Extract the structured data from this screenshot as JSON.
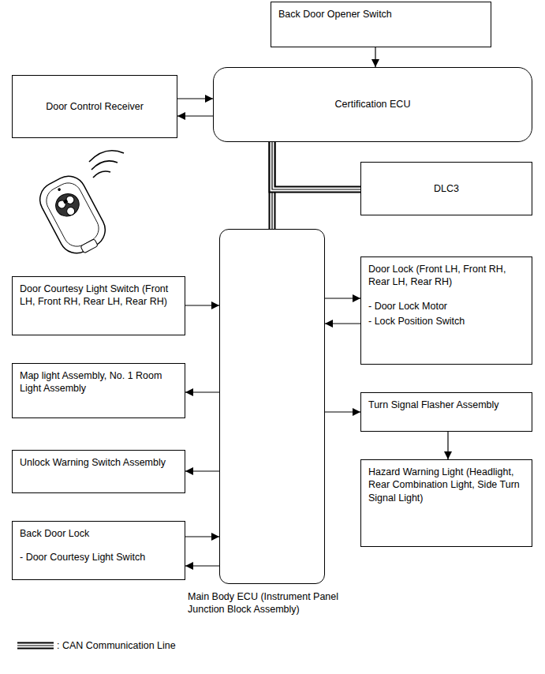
{
  "diagram": {
    "nodes": [
      {
        "text": [
          "Back Door Opener Switch"
        ]
      },
      {
        "text": [
          "Door Control Receiver"
        ]
      },
      {
        "text": [
          "Certification ECU"
        ]
      },
      {
        "text": [
          "DLC3"
        ]
      },
      {
        "text": [
          "Main Body ECU (Instrument Panel Junction Block Assembly)"
        ]
      },
      {
        "text": [
          "Door Courtesy Light Switch (Front LH, Front RH, Rear LH, Rear RH)"
        ]
      },
      {
        "text": [
          "Door Lock (Front LH, Front RH, Rear LH, Rear RH)",
          "- Door Lock Motor",
          "- Lock Position Switch"
        ]
      },
      {
        "text": [
          "Map light Assembly, No. 1 Room Light Assembly"
        ]
      },
      {
        "text": [
          "Turn Signal Flasher Assembly"
        ]
      },
      {
        "text": [
          "Unlock Warning Switch Assembly"
        ]
      },
      {
        "text": [
          "Hazard Warning Light (Headlight, Rear Combination Light, Side Turn Signal Light)"
        ]
      },
      {
        "text": [
          "Back Door Lock",
          "- Door Courtesy Light Switch"
        ]
      }
    ],
    "edges": [
      {
        "from": 0,
        "to": 2,
        "arrow": "to"
      },
      {
        "from": 1,
        "to": 2,
        "arrow": "to"
      },
      {
        "from": 2,
        "to": 1,
        "arrow": "to"
      },
      {
        "from": 2,
        "to": 4,
        "arrow": "none"
      },
      {
        "from": 2,
        "to": 3,
        "arrow": "none"
      },
      {
        "from": 5,
        "to": 4,
        "arrow": "to"
      },
      {
        "from": 4,
        "to": 7,
        "arrow": "to"
      },
      {
        "from": 4,
        "to": 9,
        "arrow": "to"
      },
      {
        "from": 11,
        "to": 4,
        "arrow": "to"
      },
      {
        "from": 4,
        "to": 11,
        "arrow": "to"
      },
      {
        "from": 4,
        "to": 6,
        "arrow": "to"
      },
      {
        "from": 6,
        "to": 4,
        "arrow": "to"
      },
      {
        "from": 4,
        "to": 8,
        "arrow": "to"
      },
      {
        "from": 8,
        "to": 10,
        "arrow": "to"
      }
    ],
    "legend": [
      {
        "text": ": CAN Communication Line"
      }
    ]
  }
}
